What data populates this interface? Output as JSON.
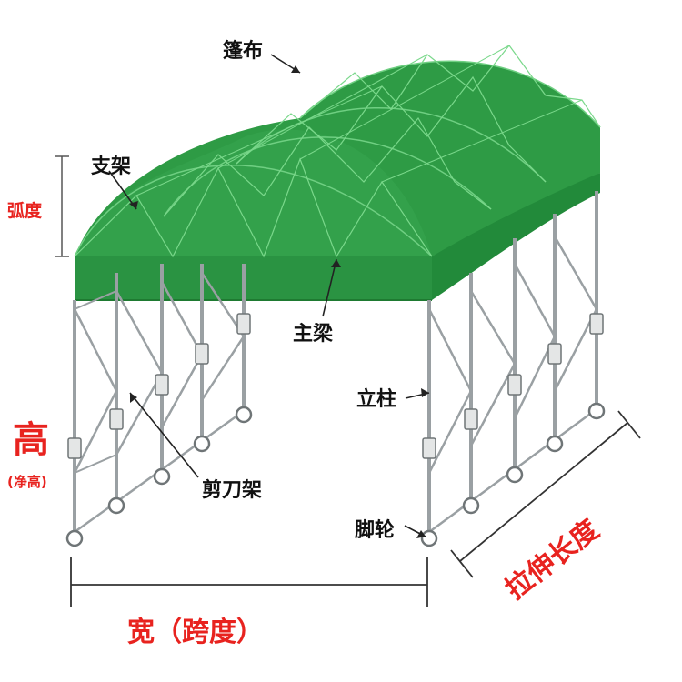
{
  "labels": {
    "canopy": "篷布",
    "bracket": "支架",
    "arc_height": "弧度",
    "main_beam": "主梁",
    "height": "高",
    "clear_height": "(净高)",
    "column": "立柱",
    "scissor_frame": "剪刀架",
    "caster": "脚轮",
    "width_span": "宽（跨度）",
    "stretch_length": "拉伸长度"
  },
  "colors": {
    "canopy_green": "#2e9b45",
    "canopy_dark": "#1f7d34",
    "frame_gray": "#9aa0a3",
    "label_red": "#e8231f",
    "label_black": "#111111"
  }
}
